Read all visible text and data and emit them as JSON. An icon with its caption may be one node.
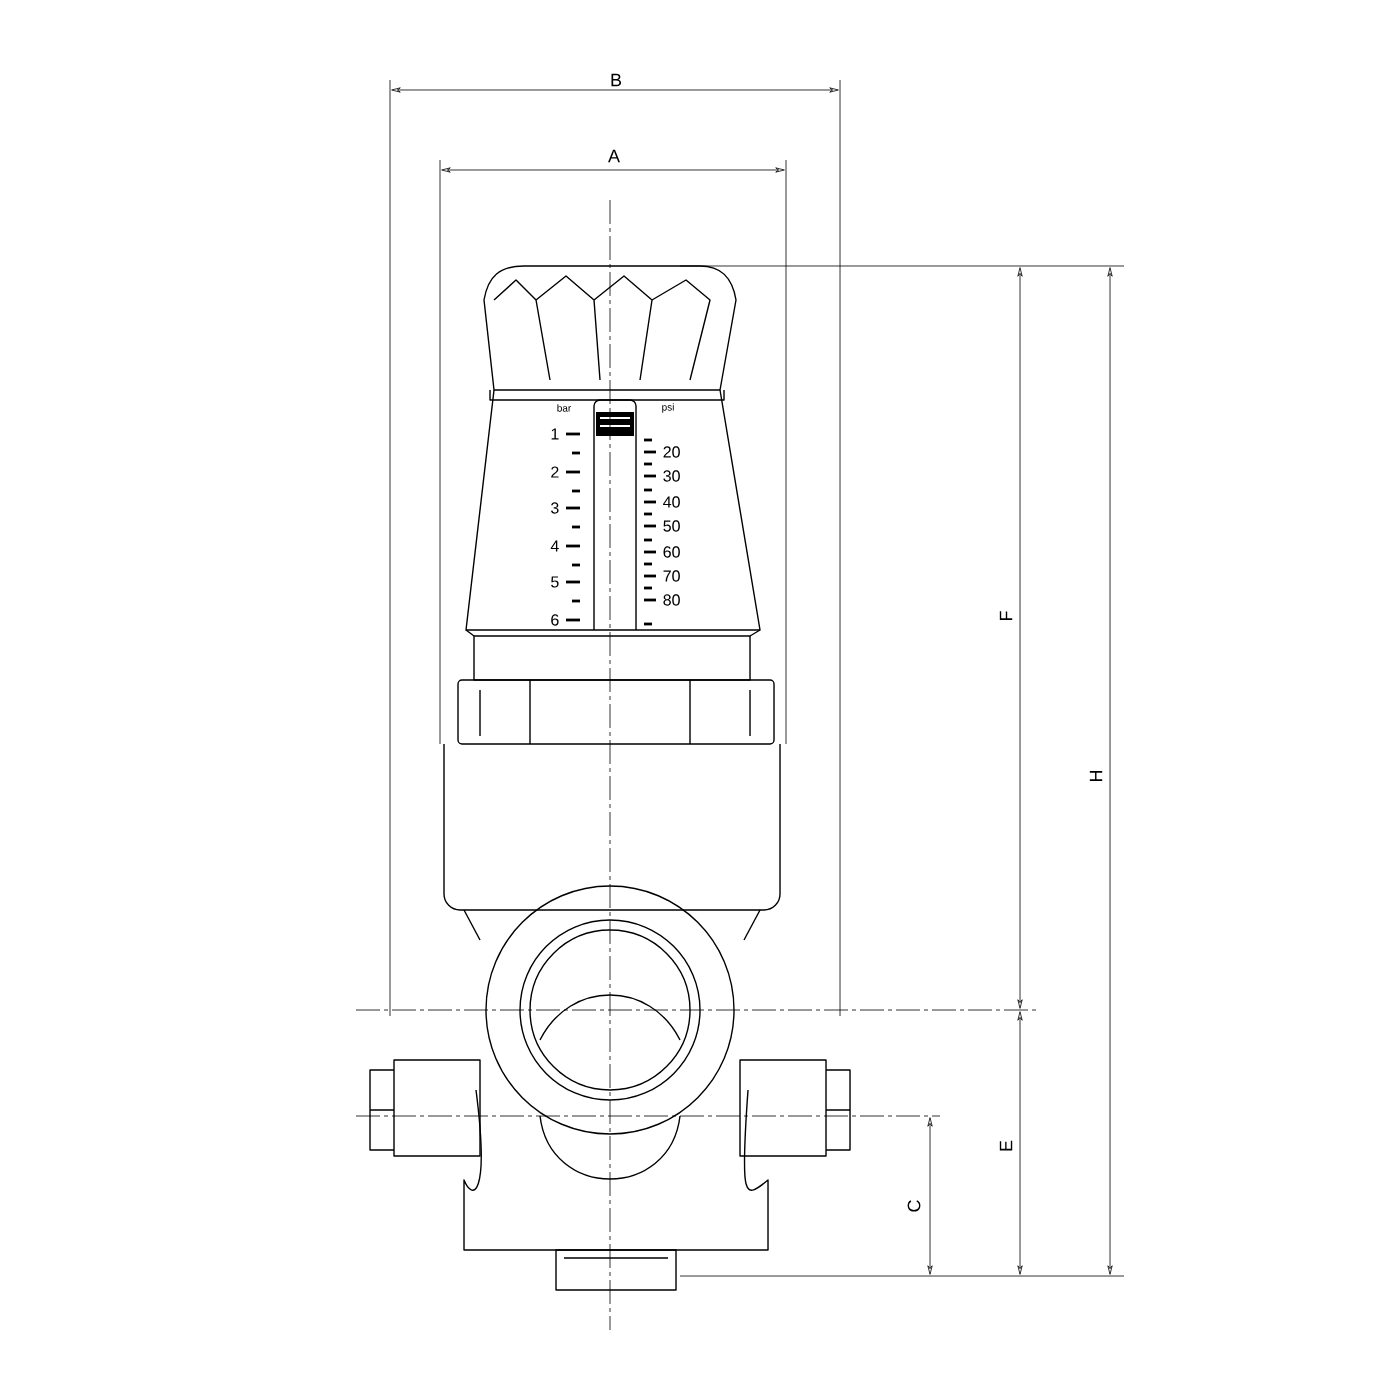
{
  "diagram": {
    "labels": [
      "B",
      "A",
      "bar",
      "psi",
      "1",
      "2",
      "3",
      "4",
      "5",
      "6",
      "20",
      "30",
      "40",
      "50",
      "60",
      "70",
      "80",
      "F",
      "H",
      "E",
      "C"
    ]
  }
}
